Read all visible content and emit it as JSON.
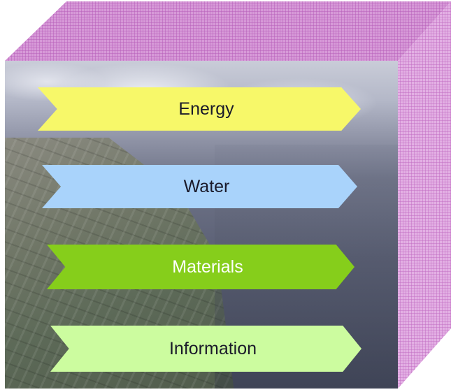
{
  "diagram": {
    "box_color": "#cc77cc",
    "banners": [
      {
        "label": "Energy",
        "color": "#f7f869"
      },
      {
        "label": "Water",
        "color": "#a9d3fb"
      },
      {
        "label": "Materials",
        "color": "#86ce1b"
      },
      {
        "label": "Information",
        "color": "#ccfc9f"
      }
    ]
  }
}
